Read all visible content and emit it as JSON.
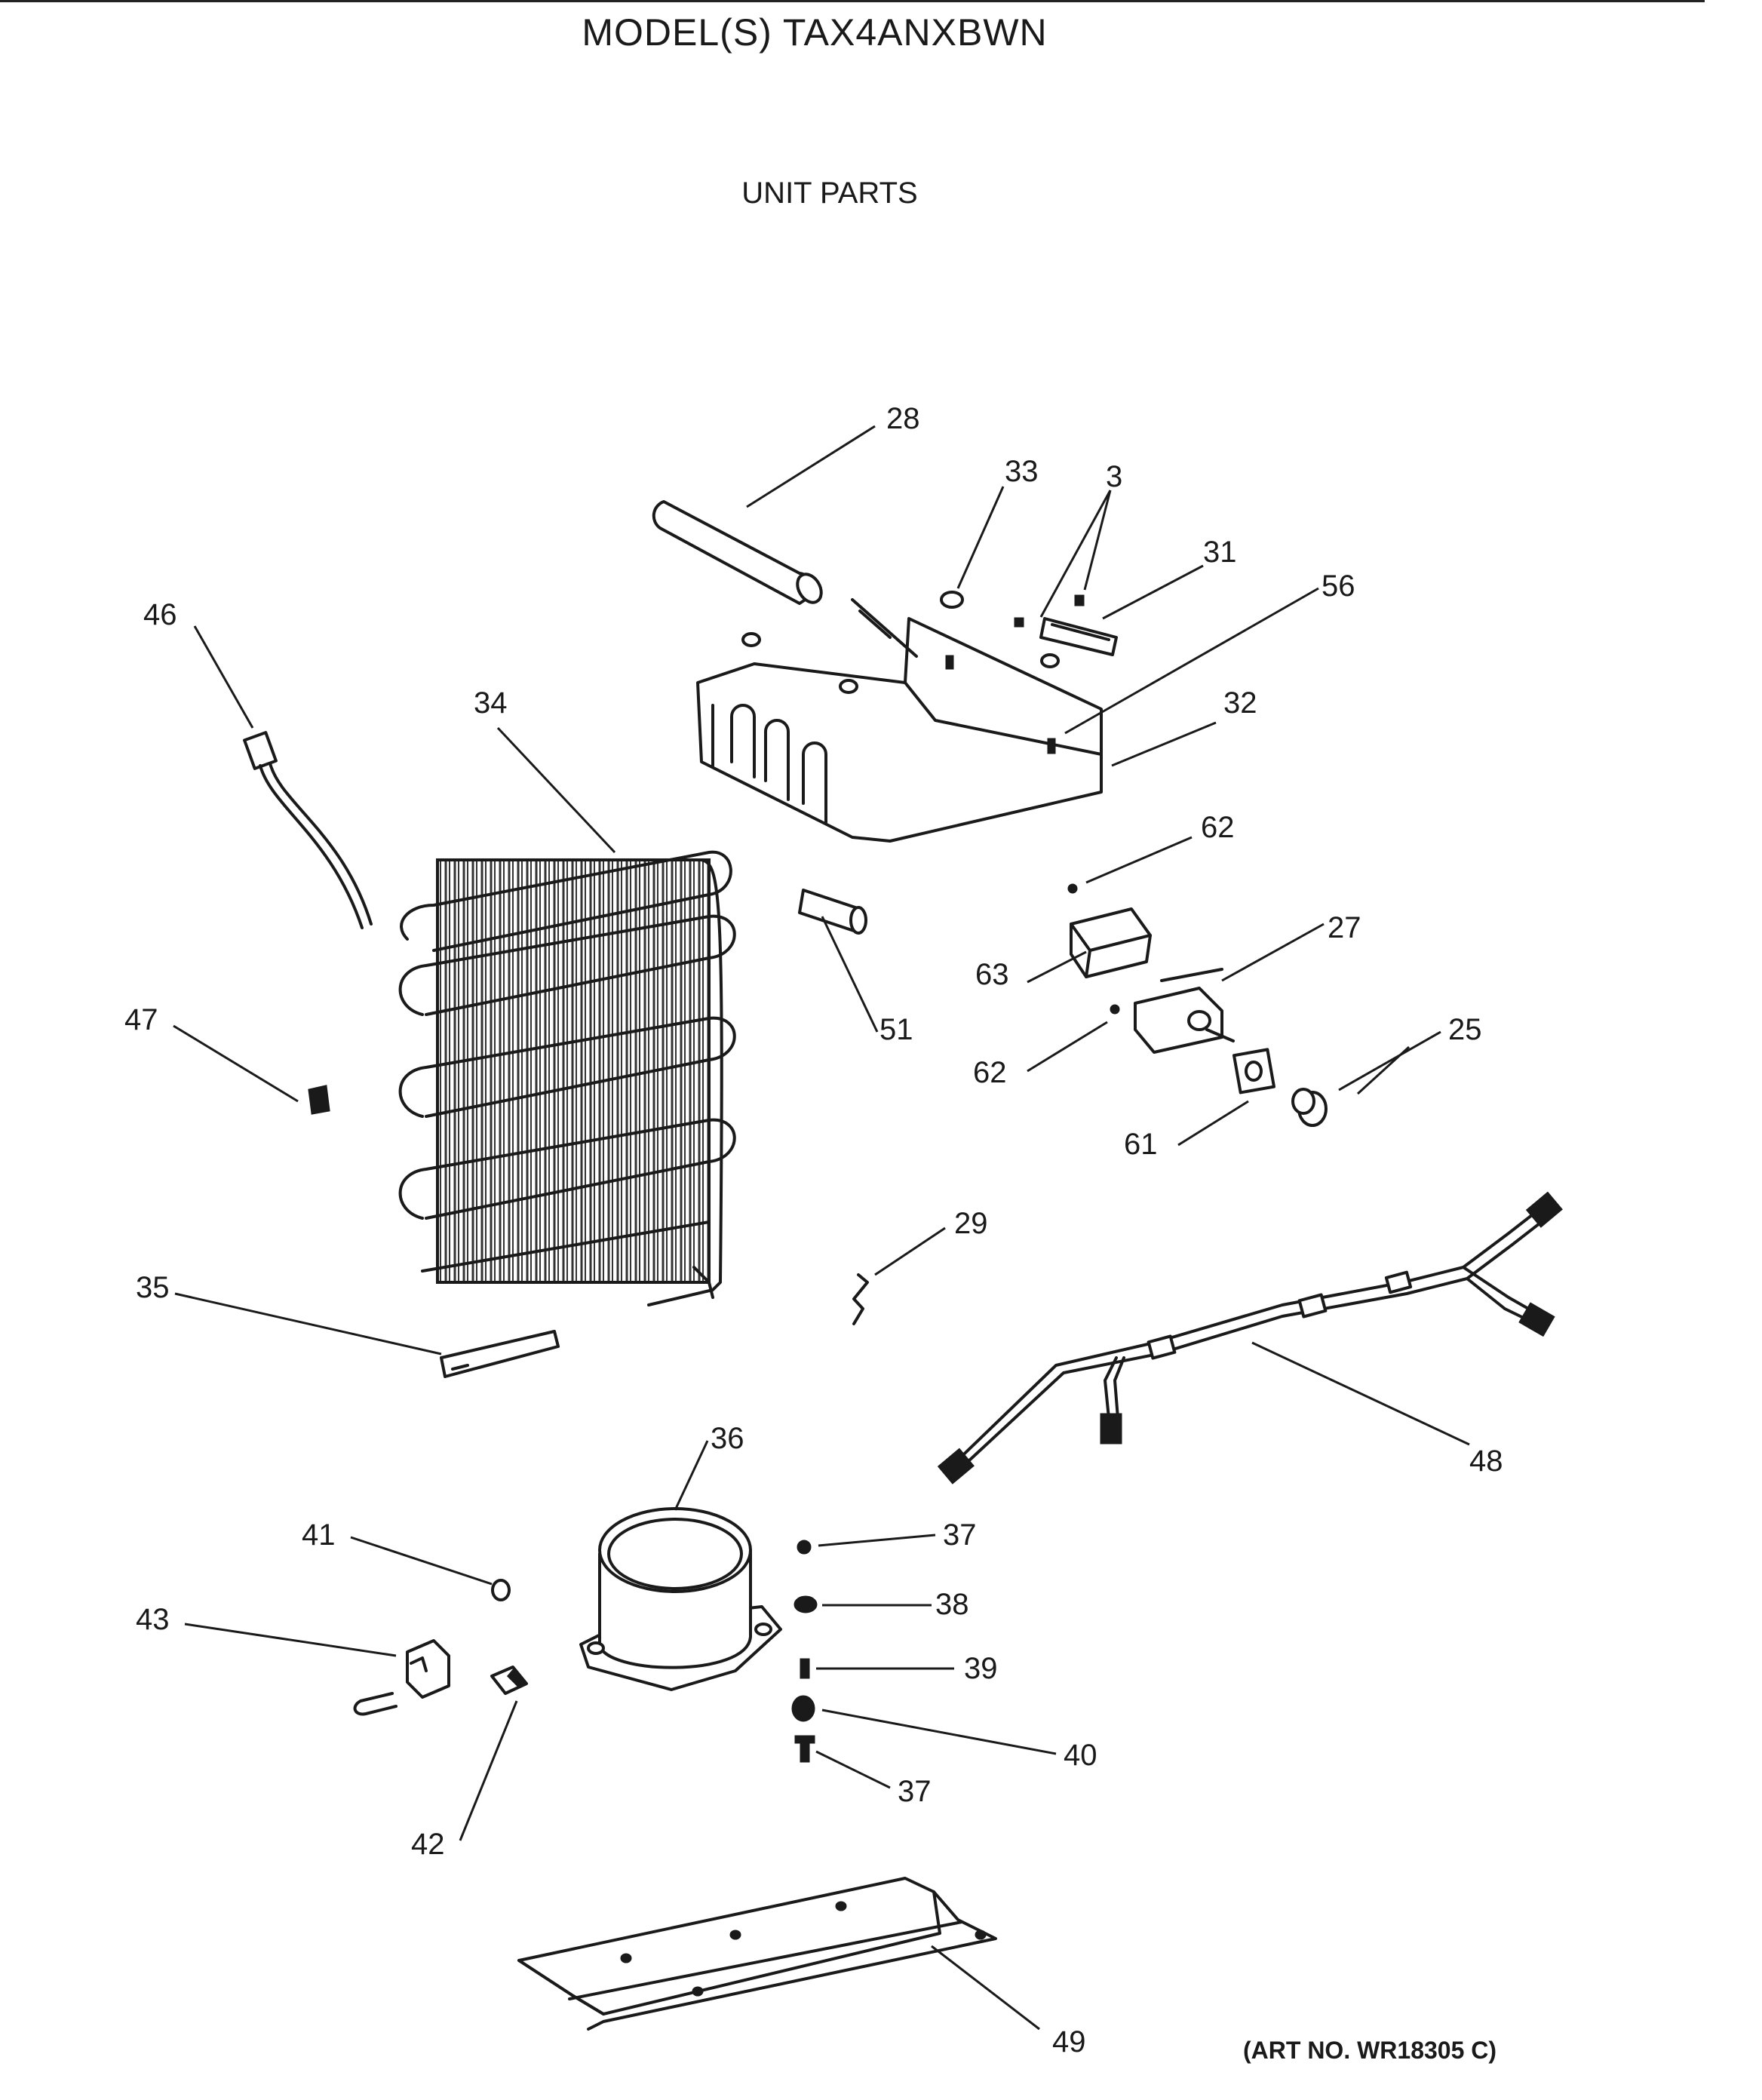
{
  "header": {
    "model_title": "MODEL(S) TAX4ANXBWN",
    "section_title": "UNIT PARTS",
    "art_number": "(ART NO. WR18305 C)"
  },
  "callouts": [
    {
      "id": "c28",
      "label": "28"
    },
    {
      "id": "c33",
      "label": "33"
    },
    {
      "id": "c3",
      "label": "3"
    },
    {
      "id": "c31",
      "label": "31"
    },
    {
      "id": "c56",
      "label": "56"
    },
    {
      "id": "c32",
      "label": "32"
    },
    {
      "id": "c46",
      "label": "46"
    },
    {
      "id": "c34",
      "label": "34"
    },
    {
      "id": "c62a",
      "label": "62"
    },
    {
      "id": "c27",
      "label": "27"
    },
    {
      "id": "c63",
      "label": "63"
    },
    {
      "id": "c47",
      "label": "47"
    },
    {
      "id": "c51",
      "label": "51"
    },
    {
      "id": "c62b",
      "label": "62"
    },
    {
      "id": "c25",
      "label": "25"
    },
    {
      "id": "c61",
      "label": "61"
    },
    {
      "id": "c29",
      "label": "29"
    },
    {
      "id": "c35",
      "label": "35"
    },
    {
      "id": "c48",
      "label": "48"
    },
    {
      "id": "c36",
      "label": "36"
    },
    {
      "id": "c41",
      "label": "41"
    },
    {
      "id": "c37a",
      "label": "37"
    },
    {
      "id": "c38",
      "label": "38"
    },
    {
      "id": "c43",
      "label": "43"
    },
    {
      "id": "c39",
      "label": "39"
    },
    {
      "id": "c40",
      "label": "40"
    },
    {
      "id": "c37b",
      "label": "37"
    },
    {
      "id": "c42",
      "label": "42"
    },
    {
      "id": "c49",
      "label": "49"
    }
  ]
}
